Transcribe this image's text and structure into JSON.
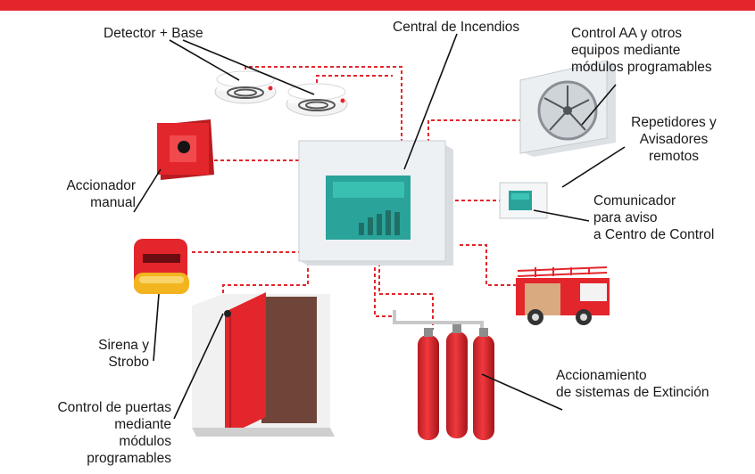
{
  "labels": {
    "detector": "Detector + Base",
    "central": "Central de Incendios",
    "control_aa": [
      "Control AA y otros",
      "equipos mediante",
      "módulos programables"
    ],
    "repetidores": [
      "Repetidores y",
      "Avisadores",
      "remotos"
    ],
    "accionador": [
      "Accionador",
      "manual"
    ],
    "comunicador": [
      "Comunicador",
      "para aviso",
      "a Centro de Control"
    ],
    "sirena": [
      "Sirena y",
      "Strobo"
    ],
    "extincion": [
      "Accionamiento",
      "de sistemas de Extinción"
    ],
    "puertas": [
      "Control de puertas",
      "mediante",
      "módulos",
      "programables"
    ]
  },
  "colors": {
    "banner": "#e3262b",
    "line": "#e3262b",
    "device_red": "#e3262b",
    "panel_body": "#eef1f4",
    "display": "#2aa39a"
  },
  "icons": [
    "smoke-detector-icon",
    "fire-panel-icon",
    "fan-unit-icon",
    "repeater-panel-icon",
    "manual-call-point-icon",
    "siren-strobe-icon",
    "fire-truck-icon",
    "door-icon",
    "extinguisher-cylinders-icon"
  ]
}
